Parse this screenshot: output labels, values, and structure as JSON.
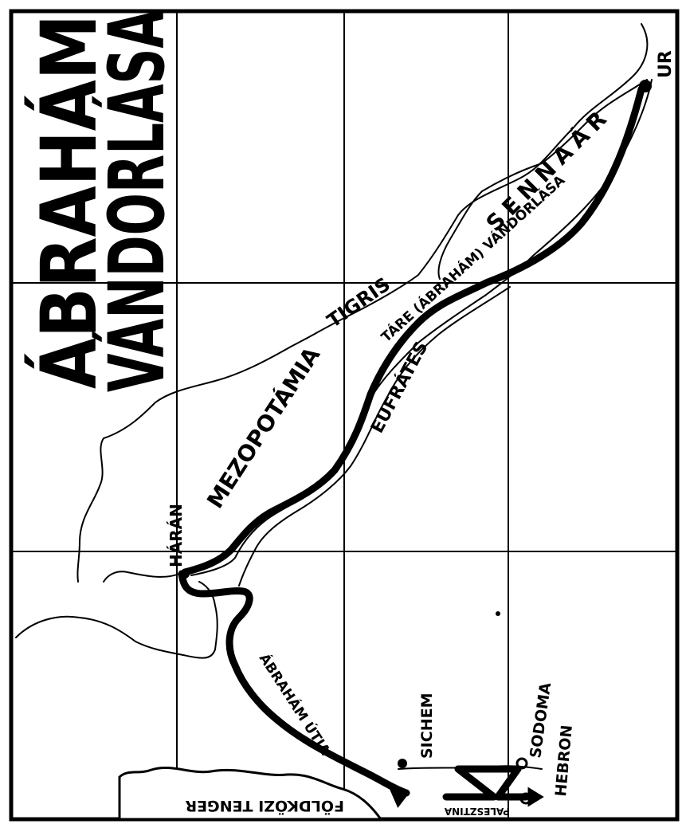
{
  "title": {
    "line1": "ÁBRAHÁM",
    "line2": "VÁNDORLÁSA"
  },
  "regions": {
    "mesopotamia": "MEZOPOTÁMIA",
    "sennaar": "SENNAÁR"
  },
  "rivers": {
    "tigris": "TIGRIS",
    "euphrates": "EUFRÁTES"
  },
  "routes": {
    "terah": "TÁRE (ÁBRAHÁM) VÁNDORLÁSA",
    "abraham": "ÁBRAHÁM ÚTJA"
  },
  "places": {
    "ur": "UR",
    "haran": "HÁRÁN",
    "sichem": "SICHEM",
    "sodoma": "SODOMA",
    "hebron": "HEBRON"
  },
  "sea": "FÖLDKÖZI TENGER",
  "country": "PALESZTINA",
  "colors": {
    "ink": "#000000",
    "paper": "#ffffff"
  }
}
